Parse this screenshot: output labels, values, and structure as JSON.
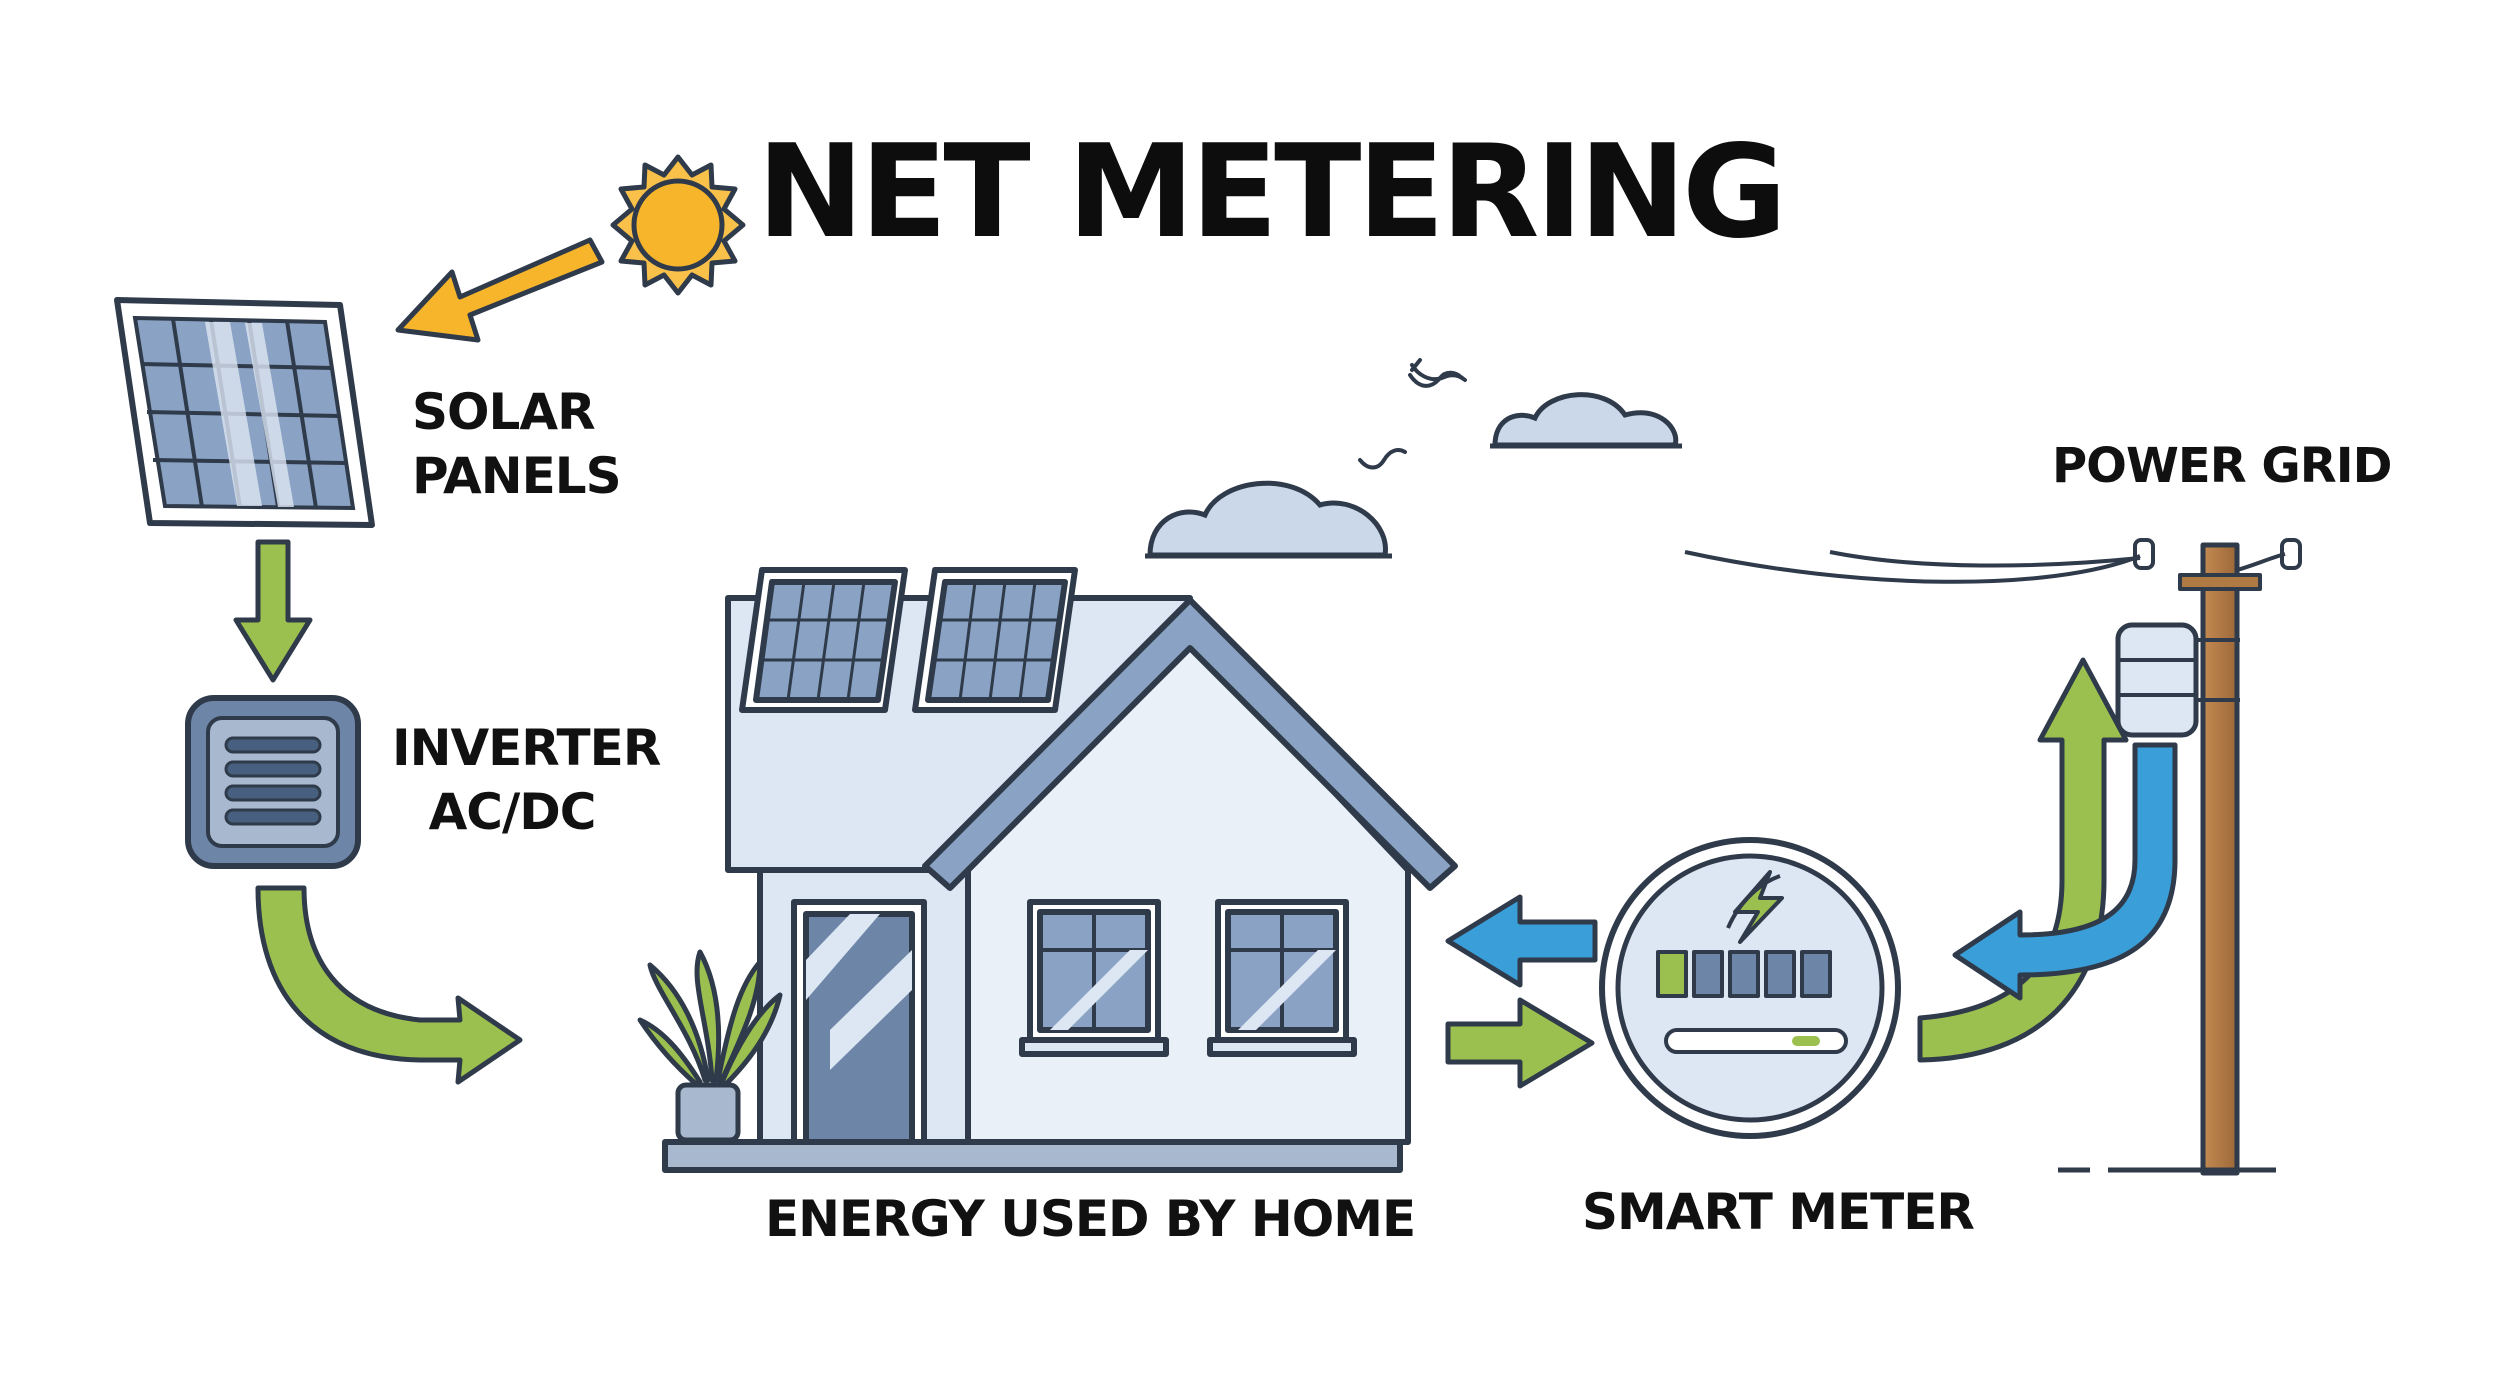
{
  "title": "NET METERING",
  "labels": {
    "solar_panels_line1": "SOLAR",
    "solar_panels_line2": "PANELS",
    "inverter_line1": "INVERTER",
    "inverter_line2": "AC/DC",
    "power_grid": "POWER GRID",
    "energy_used_by_home": "ENERGY USED BY HOME",
    "smart_meter": "SMART METER"
  },
  "icons": [
    "sun-icon",
    "solar-panel-icon",
    "inverter-icon",
    "house-icon",
    "plant-icon",
    "cloud-icon",
    "bird-icon",
    "smart-meter-icon",
    "utility-pole-icon",
    "lightning-bolt-icon"
  ],
  "colors": {
    "outline": "#2f3a4a",
    "house_fill": "#dde6f3",
    "panel_fill": "#8aa3c4",
    "green_arrow": "#9cc04f",
    "blue_arrow": "#3a9fd8",
    "sun": "#f7b52c",
    "pole": "#b07a45"
  }
}
